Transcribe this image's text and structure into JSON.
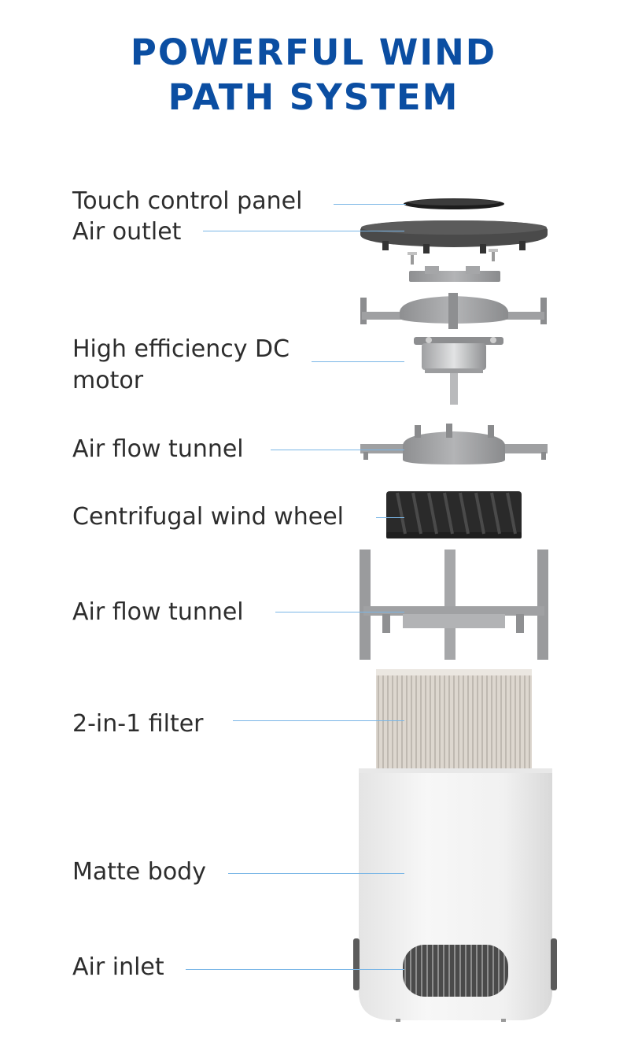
{
  "title": {
    "line1": "POWERFUL WIND",
    "line2": "PATH SYSTEM"
  },
  "labels": {
    "touch_panel": "Touch control panel",
    "air_outlet": "Air outlet",
    "dc_motor_line1": "High efficiency DC",
    "dc_motor_line2": "motor",
    "air_flow_tunnel_upper": "Air flow tunnel",
    "wind_wheel": "Centrifugal wind wheel",
    "air_flow_tunnel_lower": "Air flow tunnel",
    "filter": "2-in-1 filter",
    "matte_body": "Matte body",
    "air_inlet": "Air inlet"
  },
  "colors": {
    "title": "#0b4ea2",
    "label": "#2d2d2d",
    "leader_line": "#7ab6e6",
    "part_gray": "#9a9b9d",
    "panel_dark": "#3a3a3a",
    "body_white": "#f1f1f1"
  }
}
